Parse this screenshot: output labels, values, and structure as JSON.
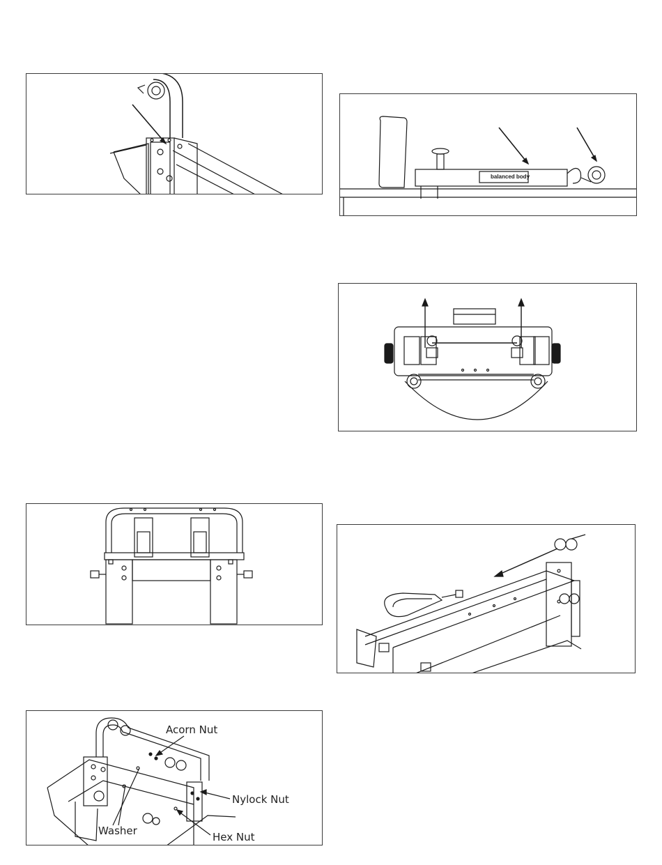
{
  "page": {
    "background": "#ffffff",
    "line_color": "#1a1a1a"
  },
  "figures": {
    "fig1": {
      "content": "rope handle post on footbar frame"
    },
    "fig2": {
      "brand_label": "balanced body"
    },
    "fig3": {
      "content": "top view of carriage with pulley hooks"
    },
    "fig4": {
      "content": "front view of frame with handle bar"
    },
    "fig5": {
      "content": "rope with loop strap extending to pulley"
    },
    "fig6": {
      "labels": {
        "acorn_nut": "Acorn Nut",
        "nylock_nut": "Nylock Nut",
        "washer": "Washer",
        "hex_nut": "Hex Nut"
      }
    }
  }
}
